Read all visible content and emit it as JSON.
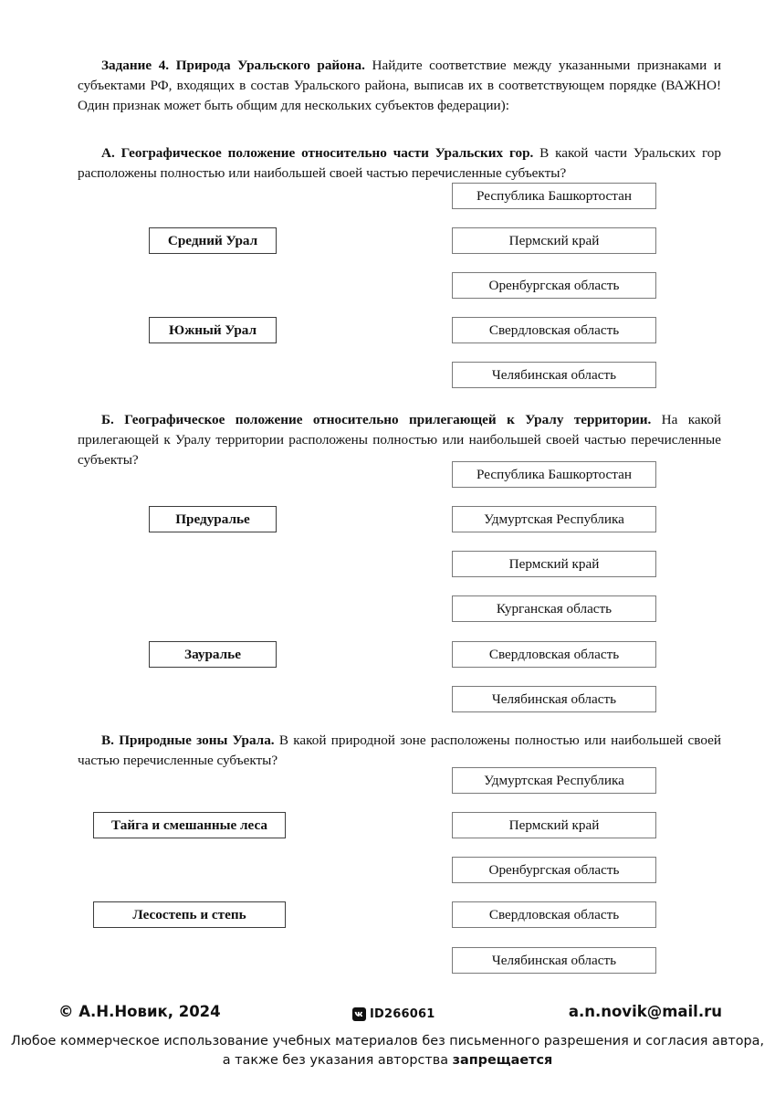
{
  "task": {
    "heading": "Задание 4. Природа Уральского района.",
    "text": " Найдите соответствие между указанными признаками и субъектами РФ, входящих в состав Уральского района, выписав их в соответствующем порядке (ВАЖНО! Один признак может быть общим для нескольких субъектов федерации):"
  },
  "sections": [
    {
      "id": "a",
      "heading": "А. Географическое положение относительно части Уральских гор.",
      "text": " В какой части Уральских гор расположены полностью или наибольшей своей частью перечисленные субъекты?",
      "left_boxes": [
        {
          "label": "Средний Урал"
        },
        {
          "label": "Южный Урал"
        }
      ],
      "right_boxes": [
        {
          "label": "Республика Башкортостан"
        },
        {
          "label": "Пермский край"
        },
        {
          "label": "Оренбургская область"
        },
        {
          "label": "Свердловская область"
        },
        {
          "label": "Челябинская область"
        }
      ]
    },
    {
      "id": "b",
      "heading": "Б. Географическое положение относительно прилегающей к Уралу территории.",
      "text": " На какой прилегающей к Уралу территории расположены полностью или наибольшей своей частью перечисленные субъекты?",
      "left_boxes": [
        {
          "label": "Предуралье"
        },
        {
          "label": "Зауралье"
        }
      ],
      "right_boxes": [
        {
          "label": "Республика Башкортостан"
        },
        {
          "label": "Удмуртская Республика"
        },
        {
          "label": "Пермский край"
        },
        {
          "label": "Курганская область"
        },
        {
          "label": "Свердловская область"
        },
        {
          "label": "Челябинская область"
        }
      ]
    },
    {
      "id": "c",
      "heading": "В. Природные зоны Урала.",
      "text": " В какой природной зоне расположены полностью или наибольшей своей частью перечисленные субъекты?",
      "left_boxes": [
        {
          "label": "Тайга и смешанные леса"
        },
        {
          "label": "Лесостепь и степь"
        }
      ],
      "right_boxes": [
        {
          "label": "Удмуртская Республика"
        },
        {
          "label": "Пермский край"
        },
        {
          "label": "Оренбургская область"
        },
        {
          "label": "Свердловская область"
        },
        {
          "label": "Челябинская область"
        }
      ]
    }
  ],
  "footer": {
    "copyright": "© А.Н.Новик, 2024",
    "vk_id": "ID266061",
    "email": "a.n.novik@mail.ru",
    "note_line1": "Любое коммерческое использование учебных материалов без письменного разрешения и согласия автора,",
    "note_line2_prefix": "а также без указания авторства ",
    "note_line2_bold": "запрещается"
  },
  "colors": {
    "text": "#111111",
    "box_border": "#7a7a7a",
    "box_border_strong": "#3c3c3c",
    "page_bg": "#ffffff"
  }
}
